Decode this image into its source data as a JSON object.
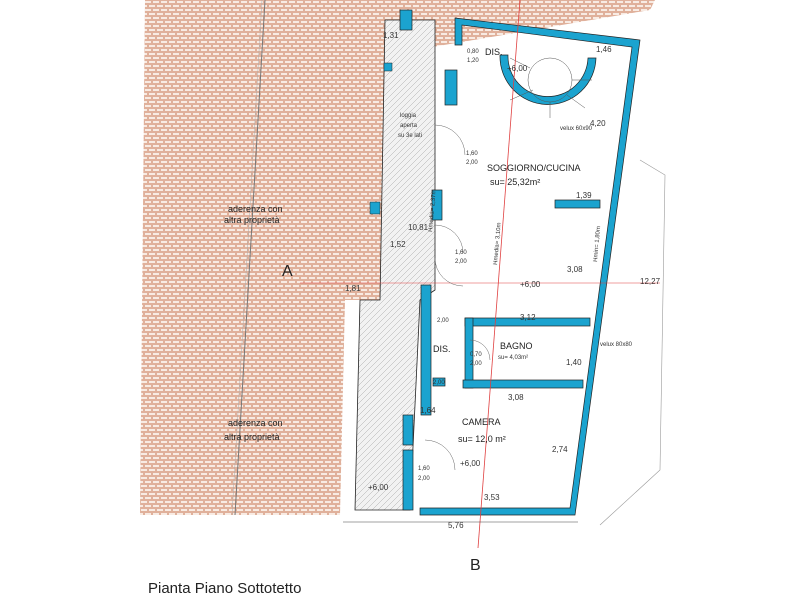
{
  "caption": "Pianta Piano Sottotetto",
  "section_markers": {
    "a": "A",
    "b": "B"
  },
  "neighbours": {
    "upper": [
      "aderenza con",
      "altra proprietà"
    ],
    "lower": [
      "aderenza con",
      "altra proprietà"
    ]
  },
  "loggia": [
    "loggia",
    "aperta",
    "su 3e lati"
  ],
  "rooms": {
    "dis_top": "DIS.",
    "soggiorno": "SOGGIORNO/CUCINA",
    "soggiorno_area": "su= 25,32m²",
    "dis_mid": "DIS.",
    "bagno": "BAGNO",
    "bagno_area": "su= 4,03m²",
    "camera": "CAMERA",
    "camera_area": "su= 12,0 m²"
  },
  "skylights": {
    "top": "velux 60x90",
    "mid": "velux 80x80"
  },
  "heights": {
    "mid": "Hmedia= 2,37m",
    "medium": "Hmedia= 3,10m",
    "min": "Hmin= 1,80m"
  },
  "levels": {
    "top": "+6,00",
    "soggiorno": "+6,00",
    "camera": "+6,00",
    "loggia": "+6,00"
  },
  "dimensions": {
    "d131": "1,31",
    "d146": "1,46",
    "d420": "4,20",
    "d139": "1,39",
    "d1081": "10,81",
    "d152": "1,52",
    "d308a": "3,08",
    "d1227": "12,27",
    "d181": "1,81",
    "d312": "3,12",
    "d140": "1,40",
    "d308b": "3,08",
    "d164": "1,64",
    "d274": "2,74",
    "d353": "3,53",
    "d576": "5,76"
  },
  "door_dims": {
    "d1": [
      "0,80",
      "1,20"
    ],
    "d2": [
      "1,60",
      "2,00"
    ],
    "d3": [
      "1,60",
      "2,00"
    ],
    "d4": [
      "2,00"
    ],
    "d5": [
      "0,70",
      "2,00"
    ],
    "d6": [
      "2,00"
    ],
    "d7": [
      "1,60",
      "2,00"
    ]
  },
  "colors": {
    "wall": "#1ba3cf",
    "outline": "#222222",
    "tile": "#d08a6c",
    "tile_bg": "#f8ebe3"
  }
}
